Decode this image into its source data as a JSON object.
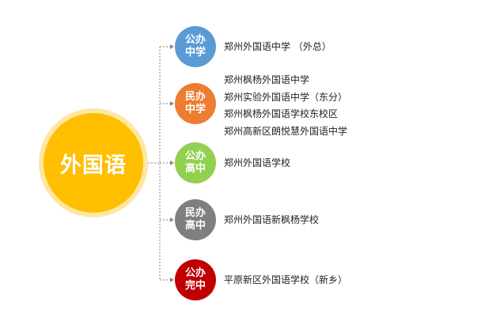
{
  "root": {
    "label": "外国语",
    "color": "#ffbf00",
    "ring_color": "#fde7a3"
  },
  "categories": [
    {
      "line1": "公办",
      "line2": "中学",
      "color": "#5b9bd5",
      "schools": [
        "郑州外国语中学 （外总）"
      ]
    },
    {
      "line1": "民办",
      "line2": "中学",
      "color": "#ed7d31",
      "schools": [
        "郑州枫杨外国语中学",
        "郑州实验外国语中学（东分）",
        "郑州枫杨外国语学校东校区",
        "郑州高新区朗悦慧外国语中学"
      ]
    },
    {
      "line1": "公办",
      "line2": "高中",
      "color": "#92d050",
      "schools": [
        "郑州外国语学校"
      ]
    },
    {
      "line1": "民办",
      "line2": "高中",
      "color": "#7f7f7f",
      "schools": [
        "郑州外国语新枫杨学校"
      ]
    },
    {
      "line1": "公办",
      "line2": "完中",
      "color": "#c00000",
      "schools": [
        "平原新区外国语学校（新乡）"
      ]
    }
  ]
}
